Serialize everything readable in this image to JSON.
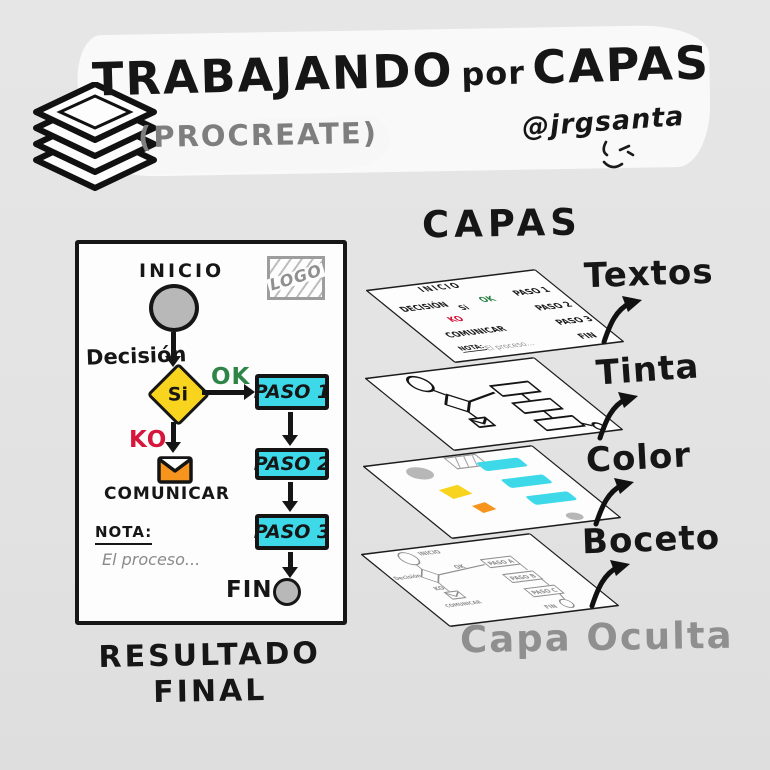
{
  "title": {
    "word1": "TRABAJANDO",
    "word2": "por",
    "word3": "CAPAS",
    "subtitle": "(PROCREATE)",
    "handle": "@jrgsanta"
  },
  "result": {
    "caption_line1": "RESULTADO",
    "caption_line2": "FINAL",
    "logo": "LOGO",
    "flow": {
      "start": "INICIO",
      "decision_label": "Decisión",
      "decision_value": "Si",
      "ok": "OK",
      "ko": "KO",
      "step1": "PASO 1",
      "step2": "PASO 2",
      "step3": "PASO 3",
      "communicate": "COMUNICAR",
      "note_label": "NOTA:",
      "note_text": "El proceso...",
      "end": "FIN"
    }
  },
  "capas": {
    "heading": "CAPAS",
    "hidden_label": "Capa Oculta",
    "labels": {
      "textos": "Textos",
      "tinta": "Tinta",
      "color": "Color",
      "boceto": "Boceto"
    },
    "textos_sheet": {
      "inicio": "INICIO",
      "decision": "DECISIÓN",
      "si": "Si",
      "ok": "OK",
      "paso1": "PASO 1",
      "ko": "KO",
      "paso2": "PASO 2",
      "comunicar": "COMUNICAR",
      "paso3": "PASO 3",
      "nota": "NOTA:",
      "proceso": "El proceso...",
      "fin": "FIN"
    },
    "boceto_sheet": {
      "inicio": "INICIO",
      "decision": "Decisión",
      "ok": "OK",
      "paso_a": "PASO A",
      "ko": "KO",
      "comunicar": "COMUNICAR",
      "paso_b": "PASO B",
      "paso_c": "PASO C",
      "fin": "FIN"
    }
  },
  "colors": {
    "background": "#e3e3e3",
    "ink": "#161616",
    "yellow": "#f8d41f",
    "cyan": "#3ed9e9",
    "orange": "#f7941e",
    "red": "#d6163b",
    "green": "#2f8447",
    "node_gray": "#b8b8b8",
    "muted_gray": "#8f8f8f"
  }
}
